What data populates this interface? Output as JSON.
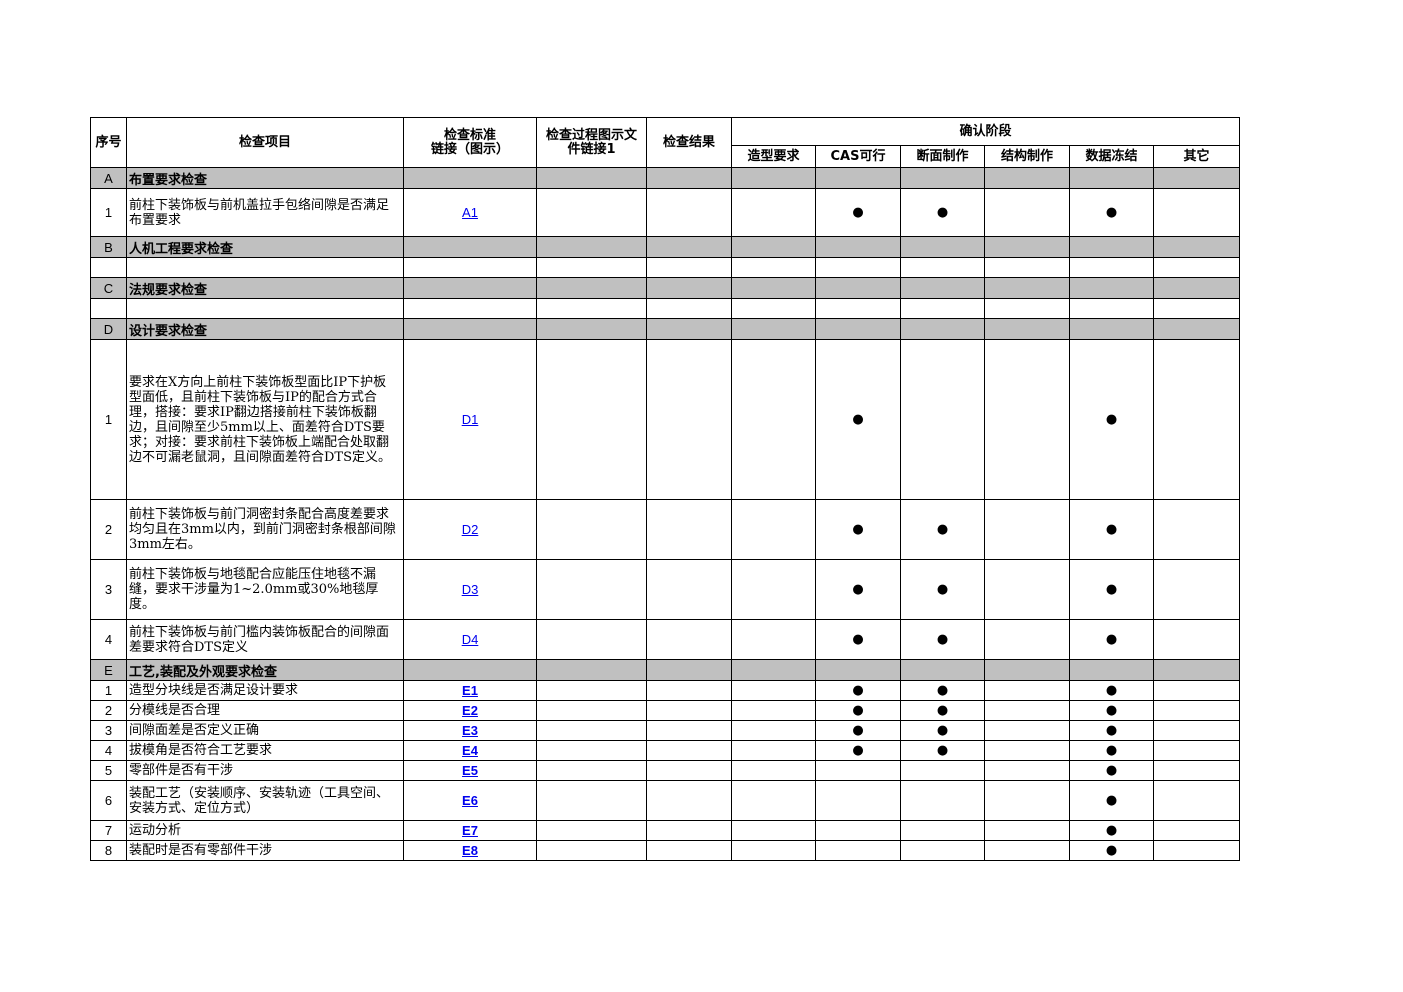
{
  "headers": {
    "seq": "序号",
    "item": "检查项目",
    "standard_line1": "检查标准",
    "standard_line2": "链接（图示）",
    "process_line1": "检查过程图示文",
    "process_line2": "件链接1",
    "result": "检查结果",
    "stage": "确认阶段",
    "stages": [
      "造型要求",
      "CAS可行",
      "断面制作",
      "结构制作",
      "数据冻结",
      "其它"
    ]
  },
  "mark": "●",
  "sections": [
    {
      "code": "A",
      "title": "布置要求检查",
      "rows": [
        {
          "seq": "1",
          "text": "前柱下装饰板与前机盖拉手包络间隙是否满足布置要求",
          "link": "A1",
          "marks": [
            false,
            true,
            true,
            false,
            true,
            false
          ]
        }
      ]
    },
    {
      "code": "B",
      "title": "人机工程要求检查",
      "rows": []
    },
    {
      "code": "C",
      "title": "法规要求检查",
      "rows": []
    },
    {
      "code": "D",
      "title": "设计要求检查",
      "rows": [
        {
          "seq": "1",
          "text": "要求在X方向上前柱下装饰板型面比IP下护板型面低，且前柱下装饰板与IP的配合方式合理，搭接：要求IP翻边搭接前柱下装饰板翻边，且间隙至少5mm以上、面差符合DTS要求；对接：要求前柱下装饰板上端配合处取翻边不可漏老鼠洞，且间隙面差符合DTS定义。",
          "link": "D1",
          "marks": [
            false,
            true,
            false,
            false,
            true,
            false
          ]
        },
        {
          "seq": "2",
          "text": "前柱下装饰板与前门洞密封条配合高度差要求均匀且在3mm以内，到前门洞密封条根部间隙3mm左右。",
          "link": "D2",
          "marks": [
            false,
            true,
            true,
            false,
            true,
            false
          ]
        },
        {
          "seq": "3",
          "text": "前柱下装饰板与地毯配合应能压住地毯不漏缝，要求干涉量为1~2.0mm或30%地毯厚度。",
          "link": "D3",
          "marks": [
            false,
            true,
            true,
            false,
            true,
            false
          ]
        },
        {
          "seq": "4",
          "text": "前柱下装饰板与前门槛内装饰板配合的间隙面差要求符合DTS定义",
          "link": "D4",
          "marks": [
            false,
            true,
            true,
            false,
            true,
            false
          ]
        }
      ]
    },
    {
      "code": "E",
      "title": "工艺,装配及外观要求检查",
      "rows": [
        {
          "seq": "1",
          "text": "造型分块线是否满足设计要求",
          "link": "E1",
          "marks": [
            false,
            true,
            true,
            false,
            true,
            false
          ]
        },
        {
          "seq": "2",
          "text": "分模线是否合理",
          "link": "E2",
          "marks": [
            false,
            true,
            true,
            false,
            true,
            false
          ]
        },
        {
          "seq": "3",
          "text": "间隙面差是否定义正确",
          "link": "E3",
          "marks": [
            false,
            true,
            true,
            false,
            true,
            false
          ]
        },
        {
          "seq": "4",
          "text": "拔模角是否符合工艺要求",
          "link": "E4",
          "marks": [
            false,
            true,
            true,
            false,
            true,
            false
          ]
        },
        {
          "seq": "5",
          "text": "零部件是否有干涉",
          "link": "E5",
          "marks": [
            false,
            false,
            false,
            false,
            true,
            false
          ]
        },
        {
          "seq": "6",
          "text": "装配工艺（安装顺序、安装轨迹（工具空间、安装方式、定位方式）",
          "link": "E6",
          "marks": [
            false,
            false,
            false,
            false,
            true,
            false
          ]
        },
        {
          "seq": "7",
          "text": "运动分析",
          "link": "E7",
          "marks": [
            false,
            false,
            false,
            false,
            true,
            false
          ]
        },
        {
          "seq": "8",
          "text": "装配时是否有零部件干涉",
          "link": "E8",
          "marks": [
            false,
            false,
            false,
            false,
            true,
            false
          ]
        }
      ]
    }
  ]
}
